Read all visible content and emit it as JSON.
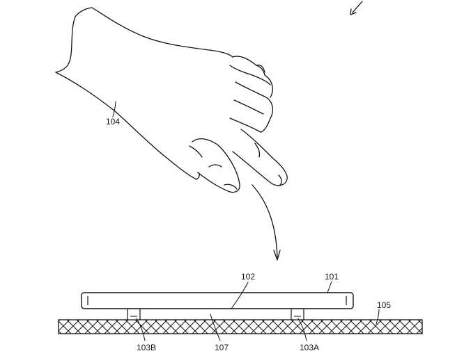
{
  "labels": {
    "hand": "104",
    "top_surface": "102",
    "device": "101",
    "base": "105",
    "foot_left": "103B",
    "gap": "107",
    "foot_right": "103A"
  },
  "colors": {
    "ink": "#111111",
    "paper": "#ffffff"
  },
  "icons": {
    "motion_arrow": "curved-arrow-down",
    "corner_arrow": "arrow-down-left"
  }
}
